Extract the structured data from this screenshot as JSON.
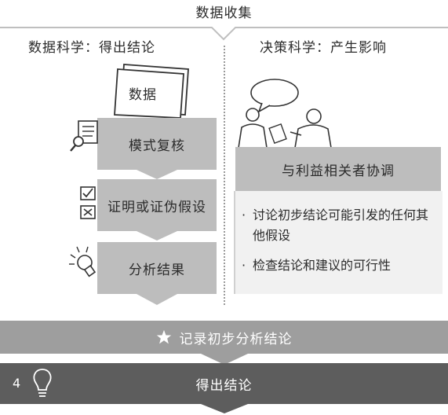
{
  "header": {
    "title": "数据收集"
  },
  "left": {
    "title": "数据科学：得出结论",
    "paper_label": "数据",
    "steps": [
      "模式复核",
      "证明或证伪假设",
      "分析结果"
    ]
  },
  "right": {
    "title": "决策科学：产生影响",
    "box_title": "与利益相关者协调",
    "bullets": [
      "讨论初步结论可能引发的任何其他假设",
      "检查结论和建议的可行性"
    ],
    "bullet_marker": "·"
  },
  "bars": {
    "record": "记录初步分析结论",
    "conclude": "得出结论"
  },
  "page_number": "4",
  "icons": [
    "star-icon",
    "lightbulb-icon",
    "checklist-magnifier-icon",
    "checkbox-icon",
    "idea-bulb-icon",
    "people-discussion-icon"
  ],
  "colors": {
    "step_gray": "#bdbdbd",
    "bar_gray": "#9e9e9e",
    "dark_bar": "#5d5d5d",
    "light_panel": "#f1f1f1"
  }
}
